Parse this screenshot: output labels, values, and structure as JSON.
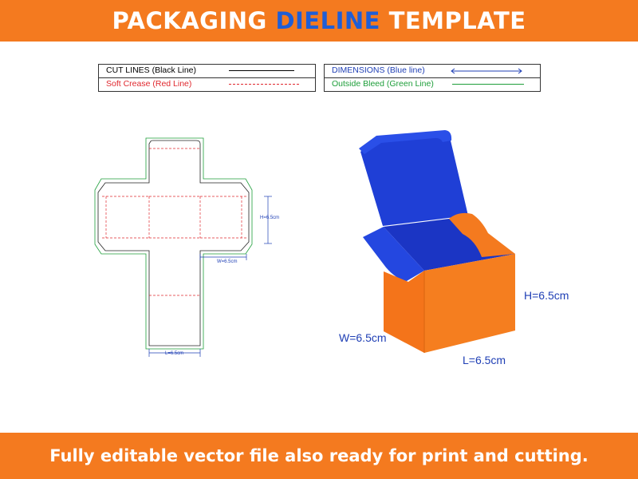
{
  "header": {
    "title_part1": "PACKAGING ",
    "title_part2": "DIELINE",
    "title_part3": " TEMPLATE"
  },
  "legend_left": [
    {
      "label": "CUT LINES (Black Line)",
      "color": "#000000"
    },
    {
      "label": "Soft Crease (Red Line)",
      "color": "#e0282e"
    }
  ],
  "legend_right": [
    {
      "label": "DIMENSIONS (Blue line)",
      "color": "#1f3fb5"
    },
    {
      "label": "Outside Bleed (Green Line)",
      "color": "#1e9e3a"
    }
  ],
  "dieline": {
    "h_label": "H=6.5cm",
    "w_label": "W=6.5cm",
    "l_label": "L=6.5cm"
  },
  "box": {
    "h_label": "H=6.5cm",
    "w_label": "W=6.5cm",
    "l_label": "L=6.5cm"
  },
  "footer": {
    "text": "Fully editable vector file also ready for print and cutting."
  },
  "colors": {
    "banner": "#f47a1f",
    "accent": "#1f5ed6",
    "box_outer": "#f47a1f",
    "box_inner": "#1f3fd6",
    "dimension_text": "#1f3fb5"
  }
}
